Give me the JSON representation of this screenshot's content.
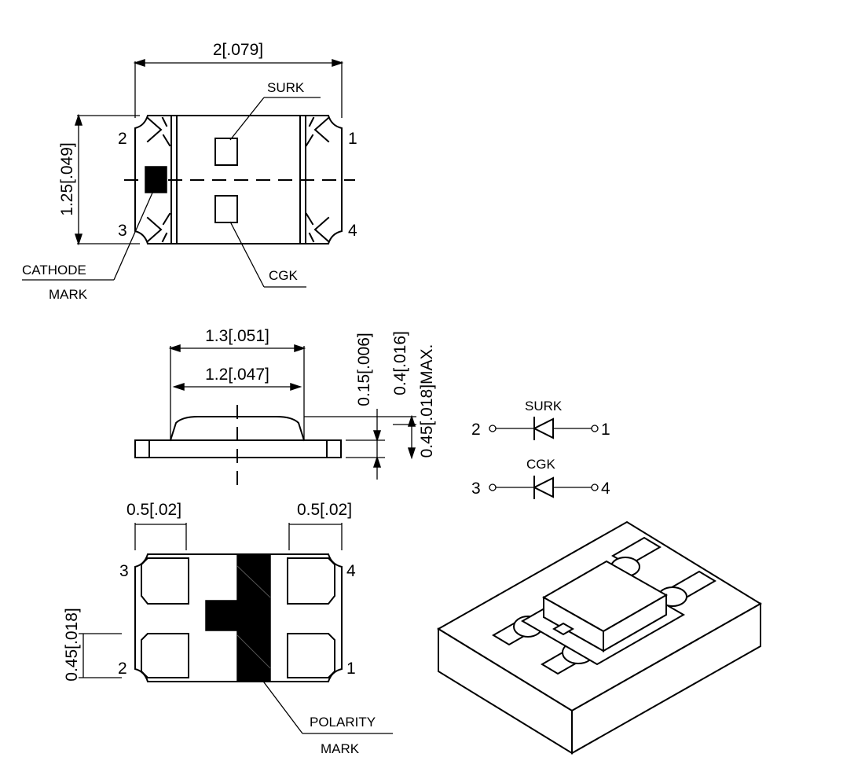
{
  "top_view": {
    "width_dim": "2[.079]",
    "height_dim": "1.25[.049]",
    "pin_labels": [
      "2",
      "1",
      "3",
      "4"
    ],
    "callouts": {
      "surk": "SURK",
      "cgk": "CGK",
      "cathode_line1": "CATHODE",
      "cathode_line2": "MARK"
    }
  },
  "side_view": {
    "outer_width_dim": "1.3[.051]",
    "inner_width_dim": "1.2[.047]",
    "base_thickness_dim": "0.15[.006]",
    "body_height_dim": "0.4[.016]",
    "max_height_dim": "0.45[.018]MAX."
  },
  "bottom_view": {
    "pad_left_dim": "0.5[.02]",
    "pad_right_dim": "0.5[.02]",
    "pad_height_dim": "0.45[.018]",
    "pin_labels": [
      "3",
      "4",
      "2",
      "1"
    ],
    "polarity_line1": "POLARITY",
    "polarity_line2": "MARK"
  },
  "schematic": {
    "surk": {
      "label": "SURK",
      "pin_left": "2",
      "pin_right": "1"
    },
    "cgk": {
      "label": "CGK",
      "pin_left": "3",
      "pin_right": "4"
    }
  },
  "iso_view": {
    "icon": "iso-package-icon"
  }
}
